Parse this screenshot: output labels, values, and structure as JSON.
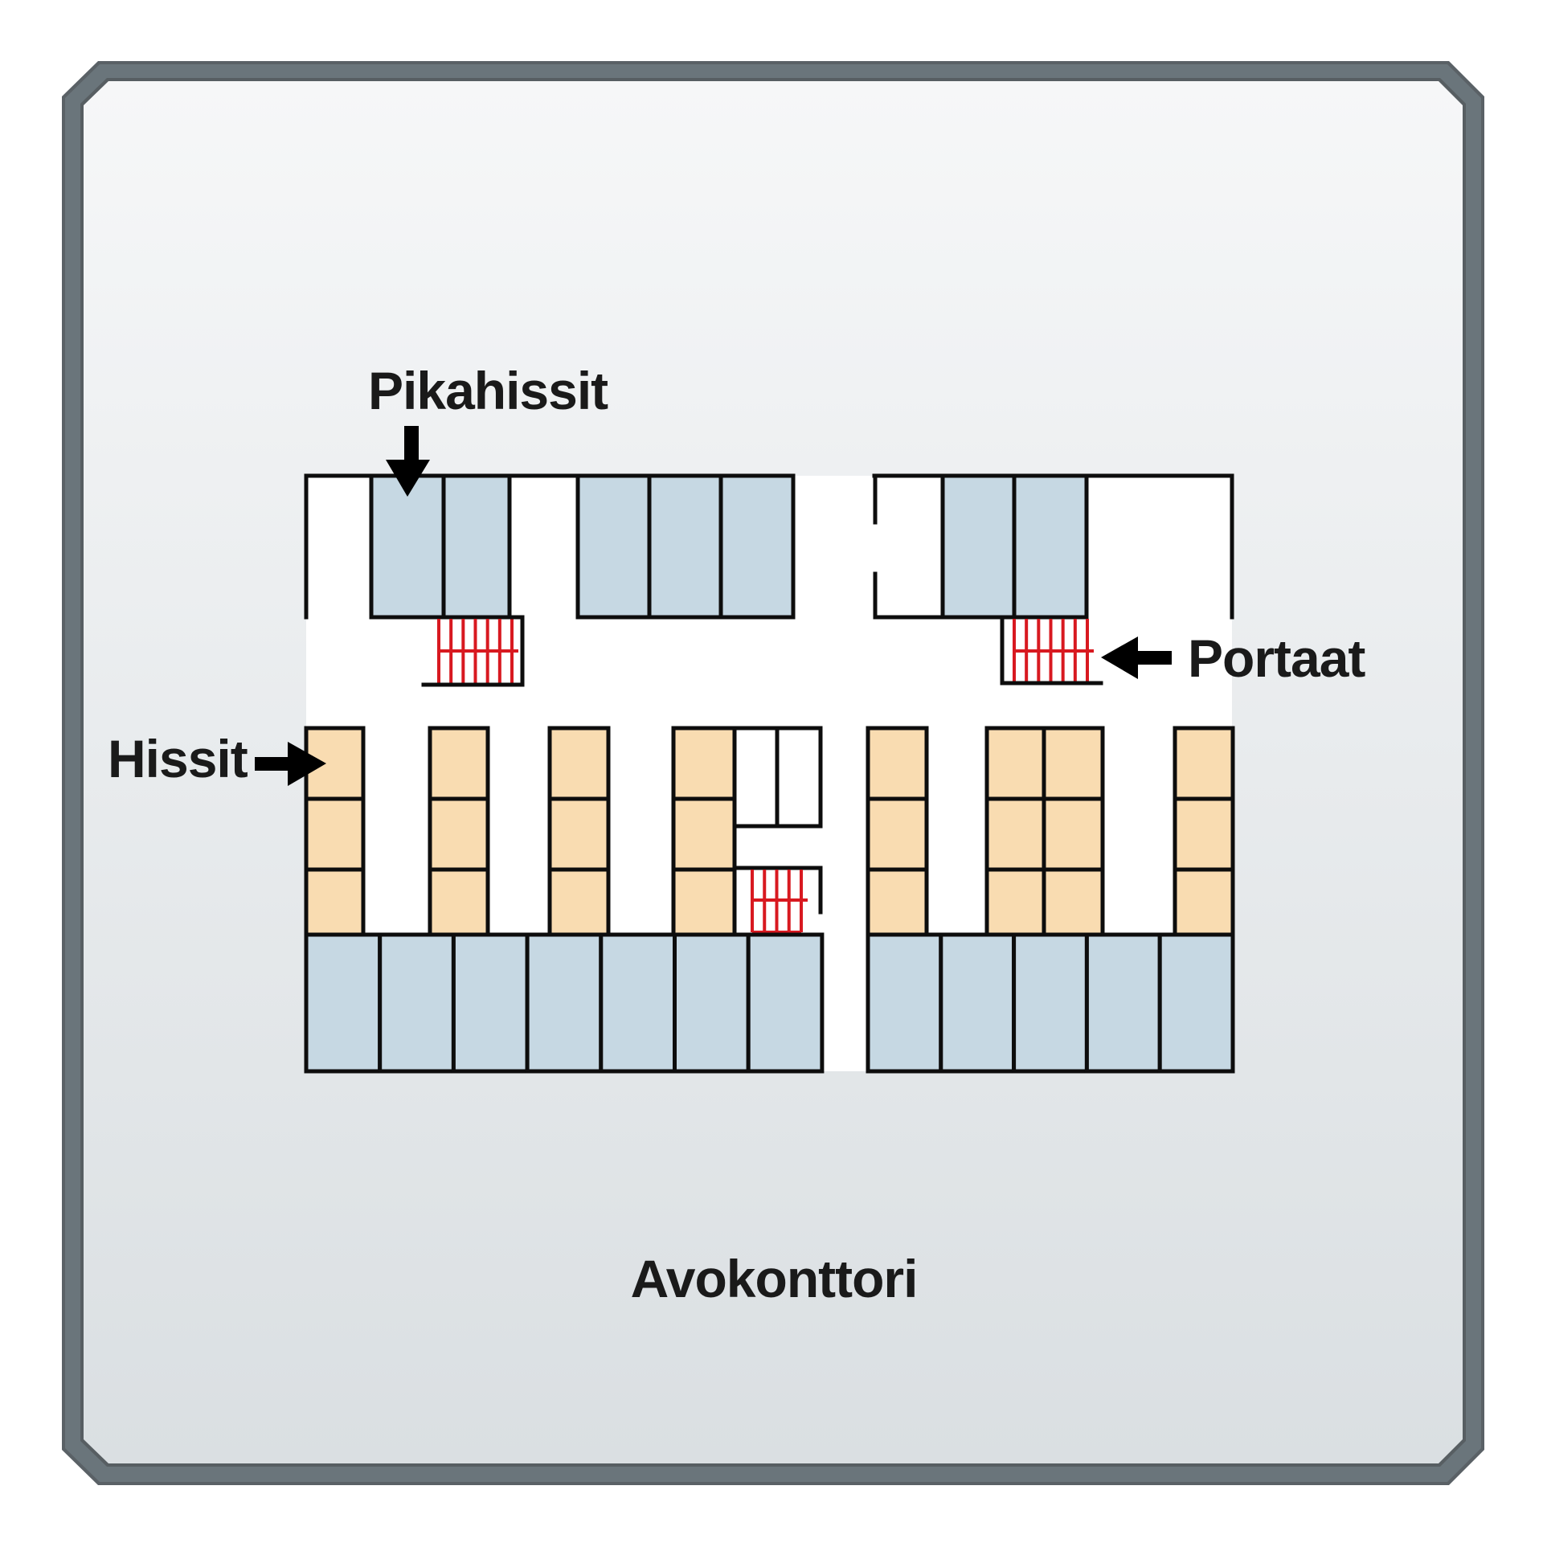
{
  "diagram": {
    "type": "floor-plan",
    "labels": {
      "express_elevators": "Pikahissit",
      "elevators": "Hissit",
      "stairs": "Portaat",
      "open_office": "Avokonttori"
    },
    "legend_colors": {
      "express_elevator_shaft": "#c6d8e3",
      "elevator": "#f9dcb1",
      "stairs": "#d81920",
      "floor": "#ffffff",
      "frame": "#6a757b"
    },
    "counts": {
      "top_left_express_shafts": 2,
      "top_middle_express_shafts": 3,
      "top_right_express_shafts": 2,
      "bottom_left_shafts": 7,
      "bottom_right_shafts": 5,
      "elevator_columns": 7,
      "stairwells": 3
    }
  }
}
